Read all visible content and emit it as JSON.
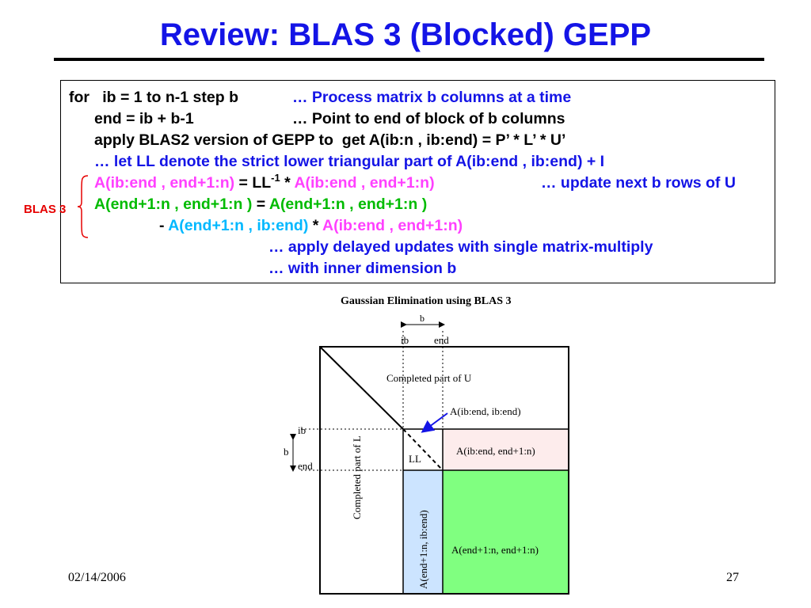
{
  "title": "Review: BLAS 3 (Blocked) GEPP",
  "code": {
    "l1_for": "for   ib = 1 to n-1 step b",
    "l1_comment": "… Process matrix b columns at a time",
    "l2_code": "end = ib + b-1",
    "l2_comment": "… Point to end of block of b columns",
    "l3": "apply BLAS2 version of GEPP to  get A(ib:n , ib:end) = P’ * L’ * U’",
    "l4": "… let LL denote the strict lower triangular part of A(ib:end , ib:end) + I",
    "l5_a": "A(ib:end , end+1:n)",
    "l5_eq": " = LL",
    "l5_sup": "-1",
    "l5_star": " * ",
    "l5_b": "A(ib:end , end+1:n)",
    "l5_comment": "… update next b rows of U",
    "l6_a": "A(end+1:n , end+1:n )",
    "l6_eq": " = ",
    "l6_b": "A(end+1:n , end+1:n )",
    "l7_minus": "- ",
    "l7_a": "A(end+1:n , ib:end)",
    "l7_star": " * ",
    "l7_b": "A(ib:end , end+1:n)",
    "l8": "… apply delayed updates with single matrix-multiply",
    "l9": "… with inner dimension b"
  },
  "blas_label": "BLAS 3",
  "diagram": {
    "title": "Gaussian Elimination using BLAS 3",
    "b_top": "b",
    "ib_top": "ib",
    "end_top": "end",
    "completed_u": "Completed part of U",
    "a_diag": "A(ib:end, ib:end)",
    "ib_left": "ib",
    "b_left": "b",
    "end_left": "end",
    "completed_l": "Completed part of L",
    "ll": "LL",
    "a_right_block": "A(ib:end, end+1:n)",
    "a_lower_left": "A(end+1:n,  ib:end)",
    "a_trailing": "A(end+1:n, end+1:n)",
    "colors": {
      "pink_block": "#fdecec",
      "blue_block": "#cce4ff",
      "green_block": "#80ff80",
      "arrow": "#1414e6"
    }
  },
  "footer": {
    "date": "02/14/2006",
    "page": "27"
  }
}
